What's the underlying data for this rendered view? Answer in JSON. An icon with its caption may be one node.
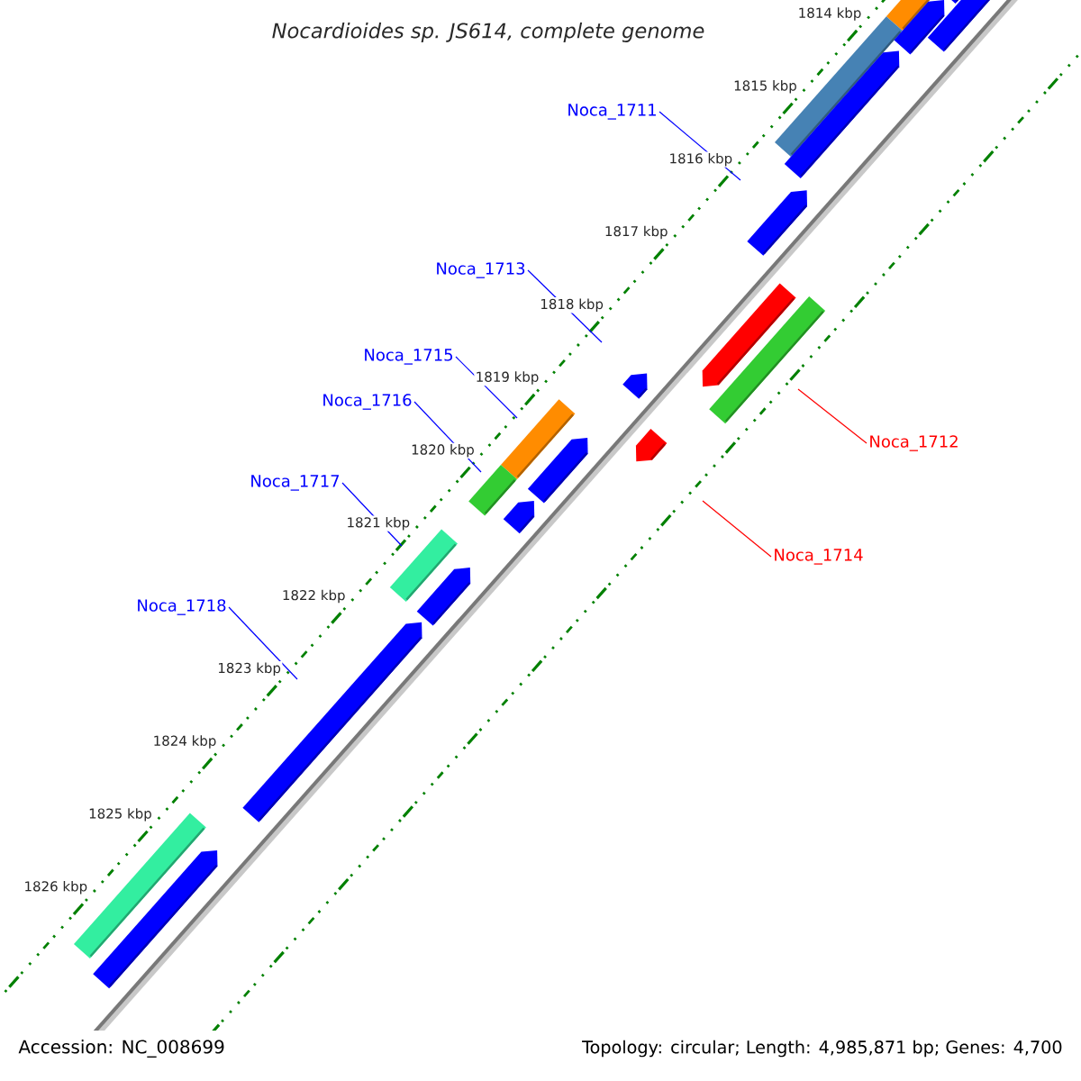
{
  "diagram": {
    "title": "Nocardioides sp. JS614, complete genome",
    "nodes": [
      {
        "text": [
          "Noca_1711"
        ]
      },
      {
        "text": [
          "Noca_1713"
        ]
      },
      {
        "text": [
          "Noca_1715"
        ]
      },
      {
        "text": [
          "Noca_1716"
        ]
      },
      {
        "text": [
          "Noca_1712"
        ]
      },
      {
        "text": [
          "Noca_1717"
        ]
      },
      {
        "text": [
          "Noca_1714"
        ]
      },
      {
        "text": [
          "Noca_1718"
        ]
      }
    ],
    "edges": [
      {
        "from": 0,
        "to": null,
        "arrow": "none"
      },
      {
        "from": 1,
        "to": null,
        "arrow": "none"
      },
      {
        "from": 2,
        "to": null,
        "arrow": "none"
      },
      {
        "from": 3,
        "to": null,
        "arrow": "none"
      },
      {
        "from": 4,
        "to": null,
        "arrow": "none",
        "color": "#ff0000"
      },
      {
        "from": 5,
        "to": null,
        "arrow": "none"
      },
      {
        "from": 6,
        "to": null,
        "arrow": "none",
        "color": "#ff0000"
      },
      {
        "from": 7,
        "to": null,
        "arrow": "none"
      }
    ],
    "labels": [
      "1814 kbp",
      "1815 kbp",
      "1816 kbp",
      "1817 kbp",
      "1818 kbp",
      "1819 kbp",
      "1820 kbp",
      "1821 kbp",
      "1822 kbp",
      "1823 kbp",
      "1824 kbp",
      "1825 kbp",
      "1826 kbp",
      "Accession: NC_008699",
      "Topology: circular; Length: 4,985,871 bp; Genes: 4,700"
    ]
  }
}
